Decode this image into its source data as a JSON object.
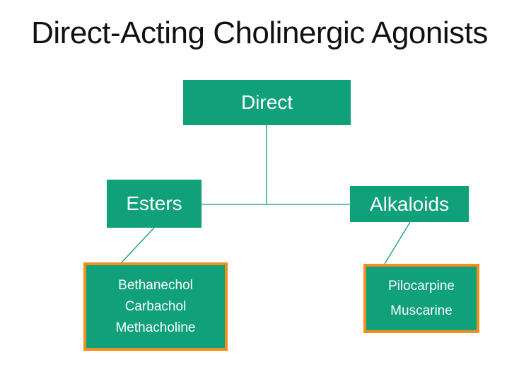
{
  "title": "Direct-Acting Cholinergic Agonists",
  "root": {
    "label": "Direct"
  },
  "branches": [
    {
      "label": "Esters",
      "items": [
        "Bethanechol",
        "Carbachol",
        "Methacholine"
      ]
    },
    {
      "label": "Alkaloids",
      "items": [
        "Pilocarpine",
        "Muscarine"
      ]
    }
  ],
  "colors": {
    "node_fill": "#10a07a",
    "leaf_border": "#f3901d",
    "connector": "#10a07a"
  }
}
